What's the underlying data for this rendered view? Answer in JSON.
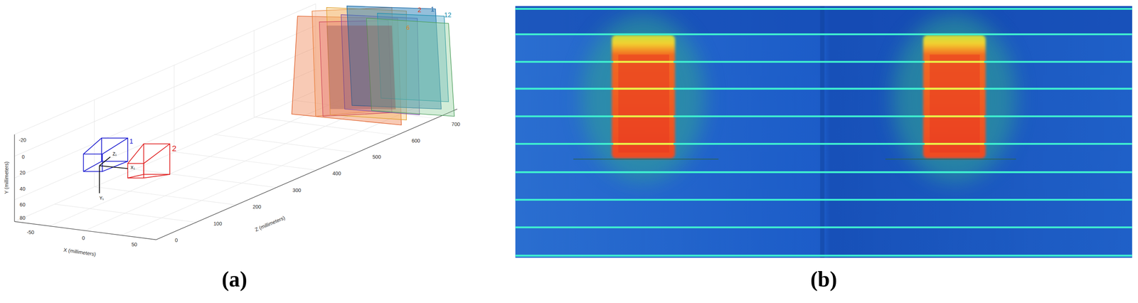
{
  "diagram": {
    "labels": [
      "(a)",
      "(b)",
      "Y (millimeters)",
      "X (millimeters)",
      "Z (millimeters)",
      "-20",
      "0",
      "20",
      "40",
      "60",
      "80",
      "-50",
      "0",
      "50",
      "0",
      "100",
      "200",
      "300",
      "400",
      "500",
      "600",
      "700",
      "1",
      "2",
      "Z₁",
      "X₁",
      "Y₁",
      "2",
      "1",
      "12",
      "6"
    ]
  }
}
